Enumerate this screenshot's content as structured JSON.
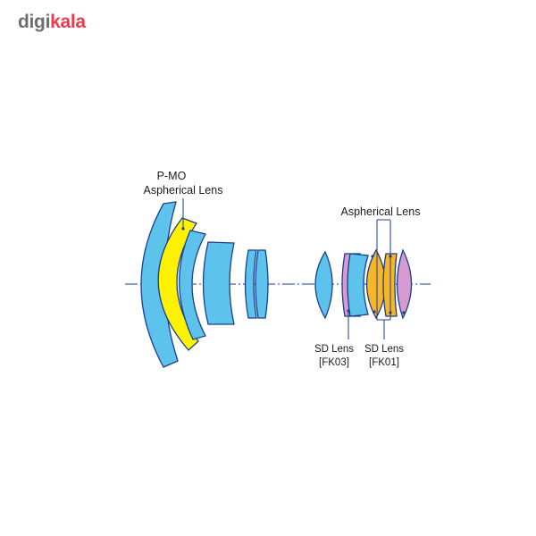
{
  "brand": {
    "name_part1": "digi",
    "name_part2": "kala",
    "color_gray": "#6f6f6f",
    "color_red": "#ef394e"
  },
  "diagram": {
    "labels": {
      "pmo_line1": "P-MO",
      "pmo_line2": "Aspherical Lens",
      "aspherical": "Aspherical Lens",
      "sd_fk03_line1": "SD Lens",
      "sd_fk03_line2": "[FK03]",
      "sd_fk01_line1": "SD Lens",
      "sd_fk01_line2": "[FK01]"
    },
    "colors": {
      "standard_lens": "#5ec3ec",
      "pmo_aspherical": "#fff200",
      "aspherical": "#f7b52a",
      "sd_lens": "#d79bd2",
      "outline": "#1b3f8f"
    }
  }
}
